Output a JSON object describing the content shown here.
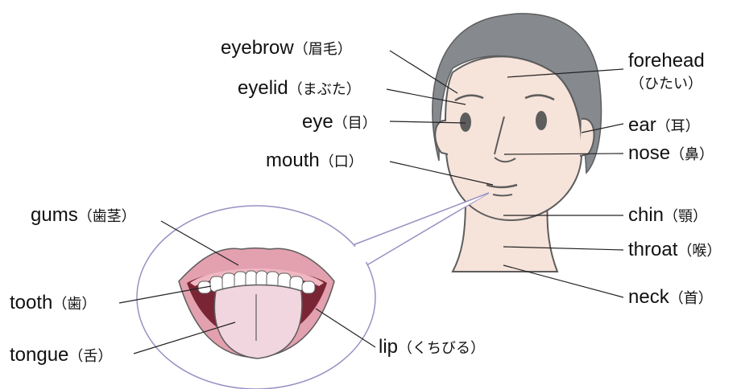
{
  "labels": {
    "eyebrow": {
      "en": "eyebrow",
      "jp": "（眉毛）"
    },
    "eyelid": {
      "en": "eyelid",
      "jp": "（まぶた）"
    },
    "eye": {
      "en": "eye",
      "jp": "（目）"
    },
    "mouth": {
      "en": "mouth",
      "jp": "（口）"
    },
    "gums": {
      "en": "gums",
      "jp": "（歯茎）"
    },
    "tooth": {
      "en": "tooth",
      "jp": "（歯）"
    },
    "tongue": {
      "en": "tongue",
      "jp": "（舌）"
    },
    "lip": {
      "en": "lip",
      "jp": "（くちびる）"
    },
    "forehead": {
      "en": "forehead",
      "jp": "（ひたい）"
    },
    "ear": {
      "en": "ear",
      "jp": "（耳）"
    },
    "nose": {
      "en": "nose",
      "jp": "（鼻）"
    },
    "chin": {
      "en": "chin",
      "jp": "（顎）"
    },
    "throat": {
      "en": "throat",
      "jp": "（喉）"
    },
    "neck": {
      "en": "neck",
      "jp": "（首）"
    }
  },
  "colors": {
    "hair": "#868a8f",
    "skin": "#f6e3da",
    "outline": "#5d5d5d",
    "lips": "#e3a0ae",
    "tongue": "#f1d6df",
    "callout": "#9a8fc2",
    "leader": "#222222"
  }
}
